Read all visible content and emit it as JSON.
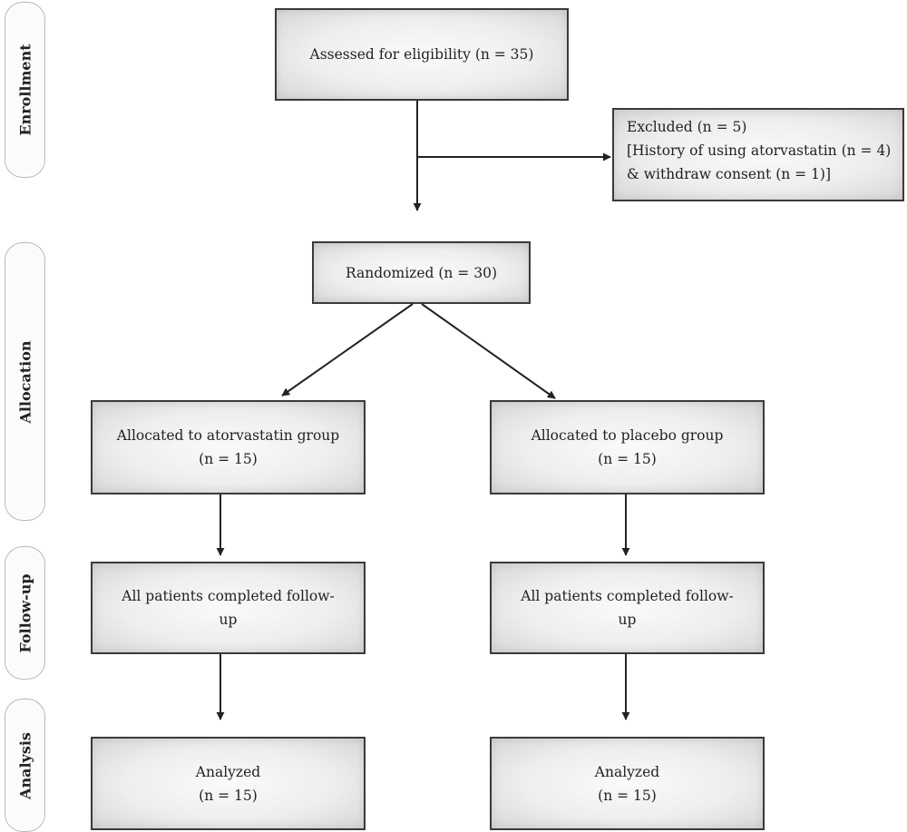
{
  "stages": {
    "enrollment": "Enrollment",
    "allocation": "Allocation",
    "follow_up": "Follow-up",
    "analysis": "Analysis"
  },
  "boxes": {
    "assessed": {
      "line1": "Assessed for eligibility (n = 35)"
    },
    "excluded": {
      "line1": "Excluded (n = 5)",
      "line2": "[History of using atorvastatin (n = 4)",
      "line3": "& withdraw consent (n = 1)]"
    },
    "randomized": {
      "line1": "Randomized (n = 30)"
    },
    "allocated_atorvastatin": {
      "line1": "Allocated to atorvastatin group",
      "line2": "(n = 15)"
    },
    "allocated_placebo": {
      "line1": "Allocated to placebo group",
      "line2": "(n = 15)"
    },
    "followup_atorvastatin": {
      "line1": "All patients completed follow-",
      "line2": "up"
    },
    "followup_placebo": {
      "line1": "All patients completed follow-",
      "line2": "up"
    },
    "analyzed_atorvastatin": {
      "line1": "Analyzed",
      "line2": "(n = 15)"
    },
    "analyzed_placebo": {
      "line1": "Analyzed",
      "line2": "(n = 15)"
    }
  },
  "colors": {
    "box_border": "#3a3a3a",
    "arrow": "#222222",
    "pill_border": "#b8b8b8"
  }
}
